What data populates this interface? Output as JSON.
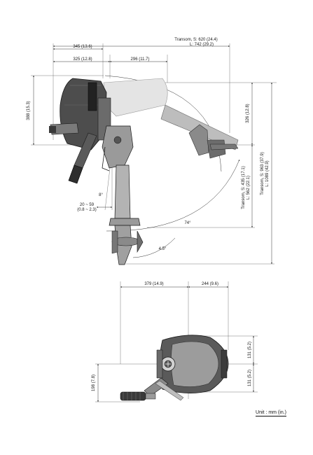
{
  "colors": {
    "ink": "#1a1a1a",
    "body_dark": "#4a4a4a",
    "body_mid": "#8c8c8c",
    "body_light": "#c8c8c8",
    "lines": "#333333"
  },
  "side_view": {
    "transom_length": {
      "line1": "Transom, S: 620 (24.4)",
      "line2": "L: 742 (29.2)"
    },
    "overall_width": "345 (13.6)",
    "rear_to_clamp": "325 (12.8)",
    "clamp_to_tiller": "296 (11.7)",
    "cowling_height": "388 (15.3)",
    "upper_height": "326 (12.8)",
    "trim_range": {
      "line1": "20 ~ 59",
      "line2": "(0.8 ~ 2.3)"
    },
    "tilt_angle": "74°",
    "trim_angle": "4.5°",
    "small_angle": "8°",
    "transom_height": {
      "line1": "Transom, S: 435 (17.1)",
      "line2": "L: 562 (22.1)"
    },
    "overall_height": {
      "line1": "Transom, S: 963 (37.9)",
      "line2": "L: 1089 (42.9)"
    }
  },
  "top_view": {
    "rear_length": "379 (14.9)",
    "front_length": "244 (9.6)",
    "half_width_top": "131 (5.2)",
    "half_width_bottom": "131 (5.2)",
    "handle_offset": "198 (7.8)"
  },
  "unit": "Unit : mm (in.)"
}
